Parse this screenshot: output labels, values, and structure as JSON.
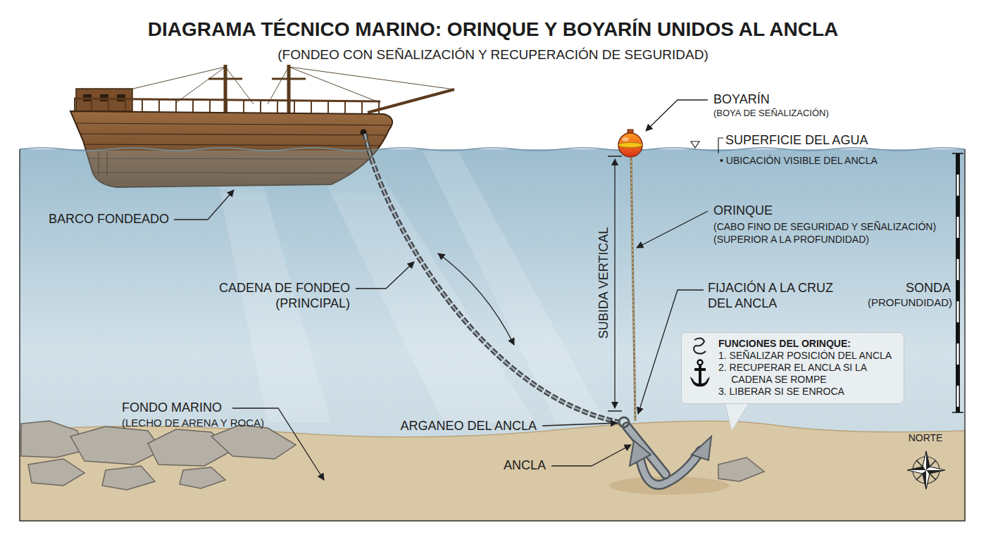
{
  "diagram": {
    "title": "DIAGRAMA TÉCNICO MARINO: ORINQUE Y BOYARÍN UNIDOS AL ANCLA",
    "nodes": [
      {
        "text": [
          "FUNCIONES DEL ORINQUE:",
          "1. SEÑALIZAR POSICIÓN DEL ANCLA",
          "2. RECUPERAR EL ANCLA SI LA CADENA SE ROMPE",
          "3. LIBERAR SI SE ENROCA"
        ]
      }
    ],
    "labels": [
      "(FONDEO CON SEÑALIZACIÓN Y RECUPERACIÓN DE SEGURIDAD)",
      "BOYARÍN",
      "(BOYA DE SEÑALIZACIÓN)",
      "SUPERFICIE DEL AGUA",
      "• UBICACIÓN VISIBLE DEL ANCLA",
      "BARCO FONDEADO",
      "ORINQUE",
      "(CABO FINO DE SEGURIDAD Y SEÑALIZACIÓN)",
      "(SUPERIOR A LA PROFUNDIDAD)",
      "SUBIDA VERTICAL",
      "CADENA DE FONDEO",
      "(PRINCIPAL)",
      "FIJACIÓN A LA CRUZ DEL ANCLA",
      "SONDA",
      "(PROFUNDIDAD)",
      "FONDO MARINO",
      "(LECHO DE ARENA Y ROCA)",
      "ARGANEO DEL ANCLA",
      "ANCLA",
      "NORTE"
    ]
  }
}
